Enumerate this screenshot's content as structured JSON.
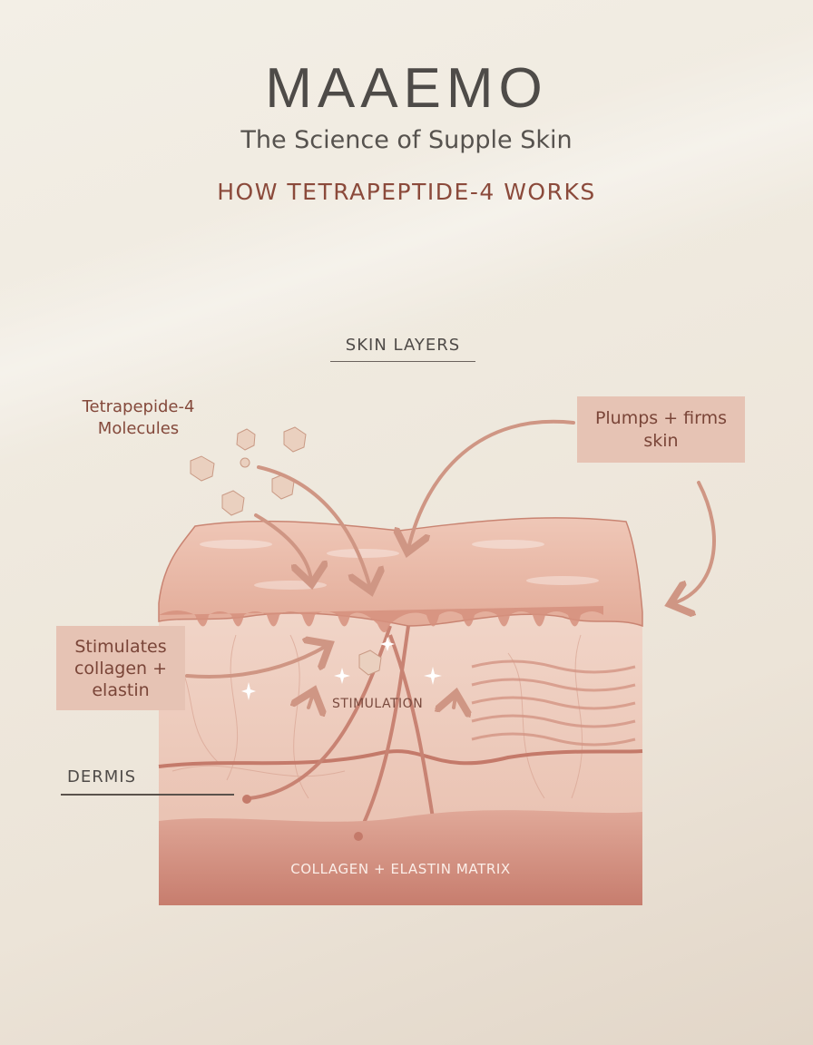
{
  "header": {
    "brand": "MAAEMO",
    "subtitle": "The Science of Supple Skin",
    "headline": "HOW TETRAPEPTIDE-4 WORKS"
  },
  "diagram": {
    "section_label": "SKIN LAYERS",
    "molecules_label": "Tetrapepide-4 Molecules",
    "plumps_label": "Plumps + firms skin",
    "stimulates_label": "Stimulates collagen + elastin",
    "dermis_label": "DERMIS",
    "stimulation_label": "STIMULATION",
    "matrix_label": "COLLAGEN + ELASTIN MATRIX"
  },
  "colors": {
    "accent": "#8b4a3b",
    "epidermis": "#e8b8a6",
    "dermis": "#f0d2c5",
    "matrix": "#c98274",
    "label_box": "#e6c3b4"
  }
}
